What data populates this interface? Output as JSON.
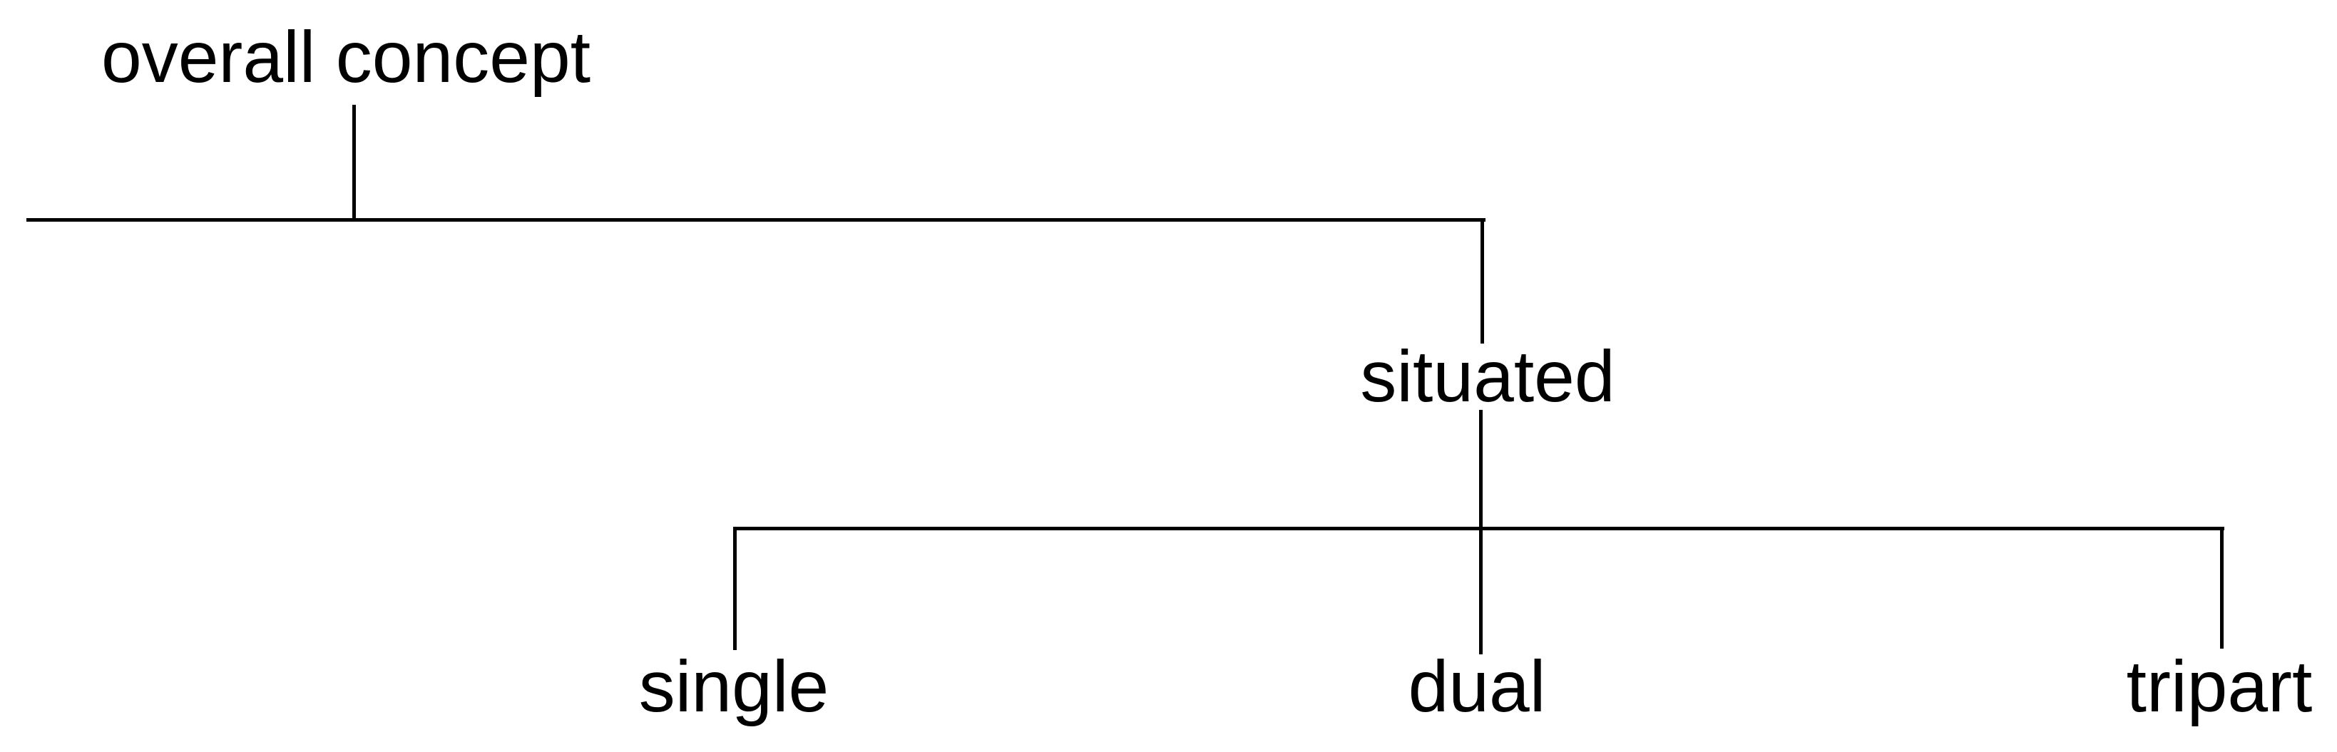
{
  "diagram": {
    "type": "tree",
    "background_color": "#ffffff",
    "line_color": "#000000",
    "text_color": "#000000",
    "nodes": {
      "root": "overall concept",
      "level1": "situated",
      "leaf_left": "single",
      "leaf_middle": "dual",
      "leaf_right": "tripart"
    },
    "edges": [
      [
        "overall concept",
        "situated"
      ],
      [
        "situated",
        "single"
      ],
      [
        "situated",
        "dual"
      ],
      [
        "situated",
        "tripart"
      ]
    ]
  }
}
